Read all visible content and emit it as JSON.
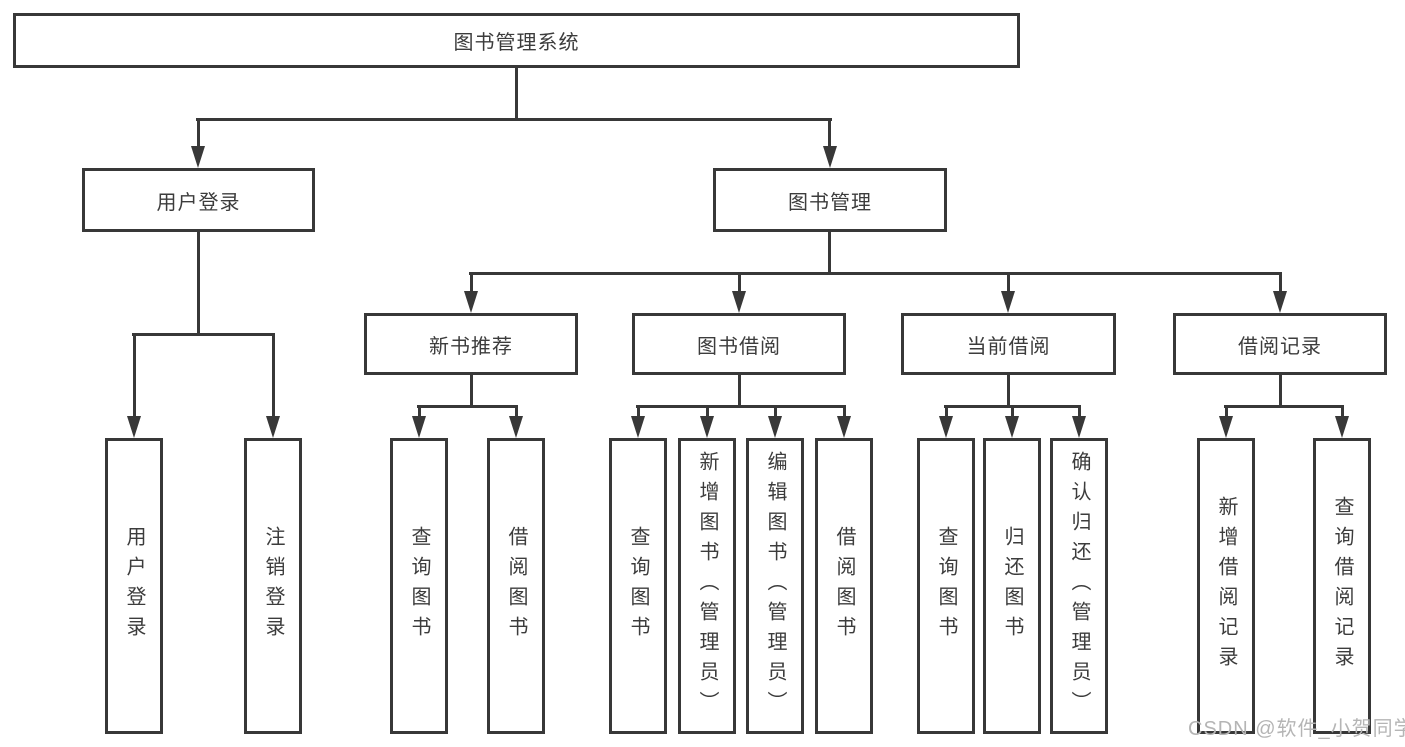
{
  "colors": {
    "line": "#383838",
    "text": "#3c3c3c",
    "watermark": "#b5b5b5",
    "background": "#ffffff"
  },
  "tree": {
    "root": {
      "label": "图书管理系统"
    },
    "branches": [
      {
        "label": "用户登录",
        "leaves": [
          {
            "label": "用户登录"
          },
          {
            "label": "注销登录"
          }
        ]
      },
      {
        "label": "图书管理",
        "groups": [
          {
            "label": "新书推荐",
            "leaves": [
              {
                "label": "查询图书"
              },
              {
                "label": "借阅图书"
              }
            ]
          },
          {
            "label": "图书借阅",
            "leaves": [
              {
                "label": "查询图书"
              },
              {
                "label": "新增图书（管理员）"
              },
              {
                "label": "编辑图书（管理员）"
              },
              {
                "label": "借阅图书"
              }
            ]
          },
          {
            "label": "当前借阅",
            "leaves": [
              {
                "label": "查询图书"
              },
              {
                "label": "归还图书"
              },
              {
                "label": "确认归还（管理员）"
              }
            ]
          },
          {
            "label": "借阅记录",
            "leaves": [
              {
                "label": "新增借阅记录"
              },
              {
                "label": "查询借阅记录"
              }
            ]
          }
        ]
      }
    ]
  },
  "watermark": {
    "text": "CSDN @软件_小贺同学"
  }
}
